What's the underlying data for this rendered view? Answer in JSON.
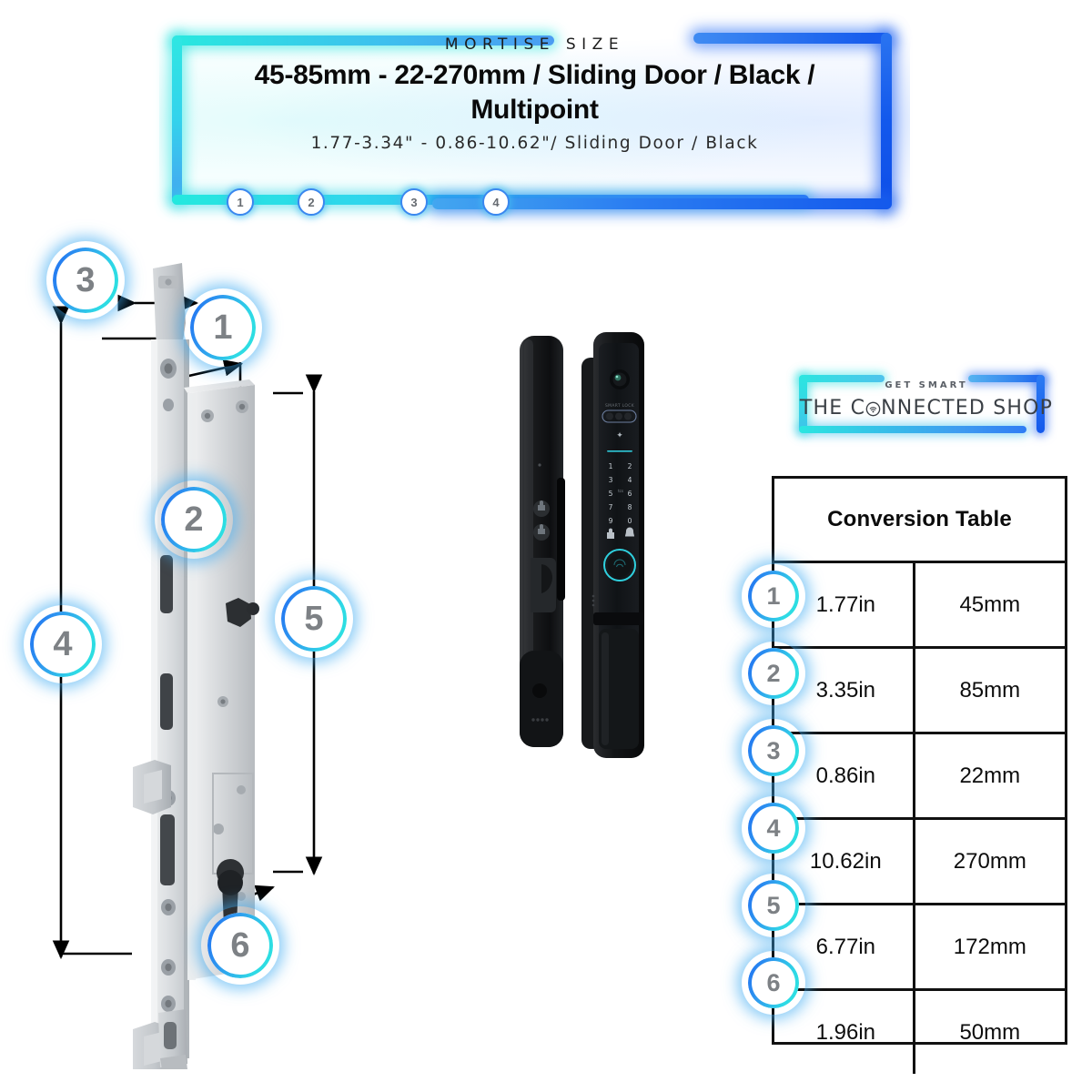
{
  "header": {
    "eyebrow": "MORTISE SIZE",
    "headline": "45-85mm - 22-270mm / Sliding Door / Black / Multipoint",
    "subline": "1.77-3.34\" - 0.86-10.62\"/ Sliding Door / Black",
    "chips": [
      "1",
      "2",
      "3",
      "4"
    ]
  },
  "logo": {
    "tagline": "GET SMART",
    "name_before": "THE C",
    "name_after": "NNECTED SHOP",
    "full_name": "THE CONNECTED SHOP"
  },
  "diagram": {
    "callouts": [
      {
        "id": "1",
        "label": "1"
      },
      {
        "id": "2",
        "label": "2"
      },
      {
        "id": "3",
        "label": "3"
      },
      {
        "id": "4",
        "label": "4"
      },
      {
        "id": "5",
        "label": "5"
      },
      {
        "id": "6",
        "label": "6"
      }
    ]
  },
  "keypad": {
    "rows": [
      [
        "1",
        "2"
      ],
      [
        "3",
        "4"
      ],
      [
        "5",
        "6"
      ],
      [
        "7",
        "8"
      ],
      [
        "9",
        "0"
      ]
    ],
    "bottom_icons": [
      "lock-icon",
      "bell-icon"
    ]
  },
  "table": {
    "title": "Conversion Table",
    "rows": [
      {
        "badge": "1",
        "inches": "1.77in",
        "mm": "45mm"
      },
      {
        "badge": "2",
        "inches": "3.35in",
        "mm": "85mm"
      },
      {
        "badge": "3",
        "inches": "0.86in",
        "mm": "22mm"
      },
      {
        "badge": "4",
        "inches": "10.62in",
        "mm": "270mm"
      },
      {
        "badge": "5",
        "inches": "6.77in",
        "mm": "172mm"
      },
      {
        "badge": "6",
        "inches": "1.96in",
        "mm": "50mm"
      }
    ]
  },
  "colors": {
    "neon_cyan": "#2ae3dd",
    "neon_blue": "#1458ec",
    "badge_text": "#7d8185",
    "ink": "#0b0b0b"
  }
}
